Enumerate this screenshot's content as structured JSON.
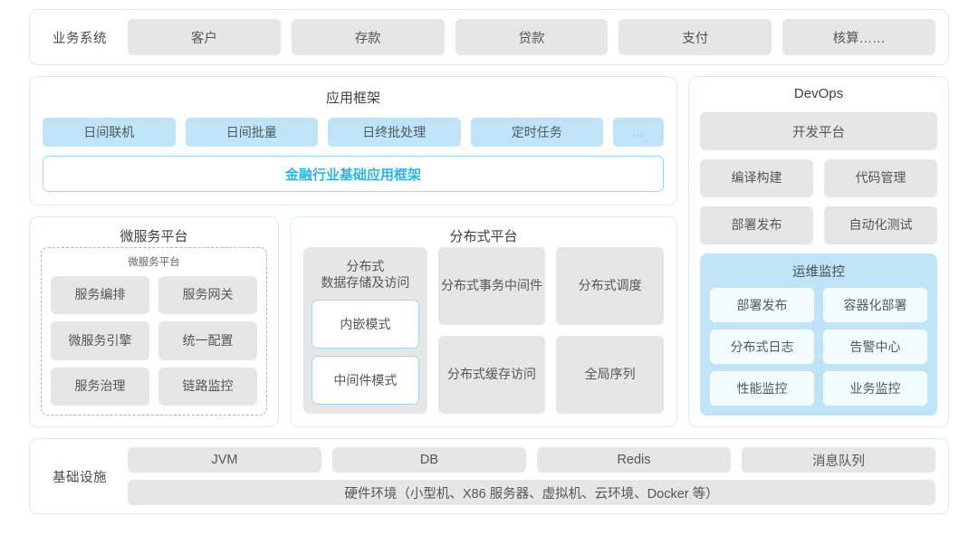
{
  "business_systems": {
    "label": "业务系统",
    "tiles": [
      "客户",
      "存款",
      "贷款",
      "支付",
      "核算……"
    ]
  },
  "application_framework": {
    "title": "应用框架",
    "tags": [
      "日间联机",
      "日间批量",
      "日终批处理",
      "定时任务",
      "..."
    ],
    "highlight_bar": "金融行业基础应用框架"
  },
  "microservice_platform": {
    "title": "微服务平台",
    "inner_title": "微服务平台",
    "cells": [
      "服务编排",
      "服务网关",
      "微服务引擎",
      "统一配置",
      "服务治理",
      "链路监控"
    ]
  },
  "distributed_platform": {
    "title": "分布式平台",
    "storage_card": {
      "title": "分布式\n数据存储及访问",
      "title_line1": "分布式",
      "title_line2": "数据存储及访问",
      "modes": [
        "内嵌模式",
        "中间件模式"
      ]
    },
    "cells": [
      {
        "line1": "分布式",
        "line2": "事务中间件"
      },
      {
        "line1": "分布式调度",
        "line2": ""
      },
      {
        "line1": "分布式",
        "line2": "缓存访问"
      },
      {
        "line1": "全局序列",
        "line2": ""
      }
    ]
  },
  "devops": {
    "title": "DevOps",
    "wide_tile": "开发平台",
    "cells": [
      "编译构建",
      "代码管理",
      "部署发布",
      "自动化测试"
    ],
    "ops_monitoring": {
      "title": "运维监控",
      "cells": [
        "部署发布",
        "容器化部署",
        "分布式日志",
        "告警中心",
        "性能监控",
        "业务监控"
      ]
    }
  },
  "infrastructure": {
    "label": "基础设施",
    "tiles": [
      "JVM",
      "DB",
      "Redis",
      "消息队列"
    ],
    "hardware": "硬件环境（小型机、X86 服务器、虚拟机、云环境、Docker 等）"
  },
  "colors": {
    "panel_border": "#daeced",
    "gray_tile": "#e6e6e6",
    "blue_tag": "#bfe3f7",
    "accent_cyan": "#2ab4e6",
    "text": "#565656"
  }
}
